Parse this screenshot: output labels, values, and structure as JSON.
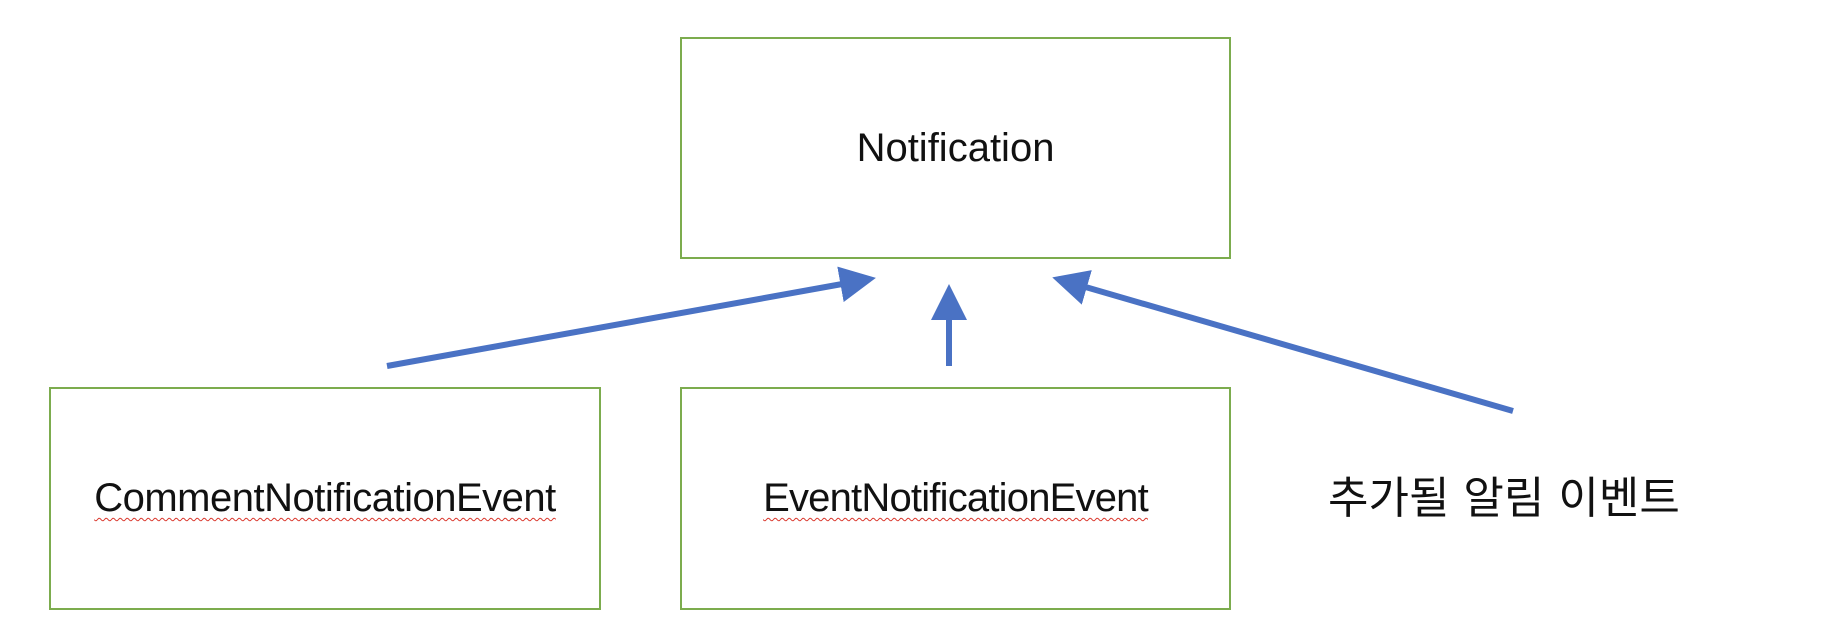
{
  "diagram": {
    "parent": {
      "label": "Notification"
    },
    "children": [
      {
        "label": "CommentNotificationEvent",
        "spellcheck_flag": true
      },
      {
        "label": "EventNotificationEvent",
        "spellcheck_flag": true
      }
    ],
    "pending_child": {
      "label": "추가될 알림 이벤트"
    },
    "edges": [
      {
        "from": "CommentNotificationEvent",
        "to": "Notification"
      },
      {
        "from": "EventNotificationEvent",
        "to": "Notification"
      },
      {
        "from": "추가될 알림 이벤트",
        "to": "Notification"
      }
    ]
  },
  "colors": {
    "box_border": "#7cac4e",
    "arrow": "#4a72c4",
    "text": "#111111",
    "spellcheck": "#d9352a"
  }
}
